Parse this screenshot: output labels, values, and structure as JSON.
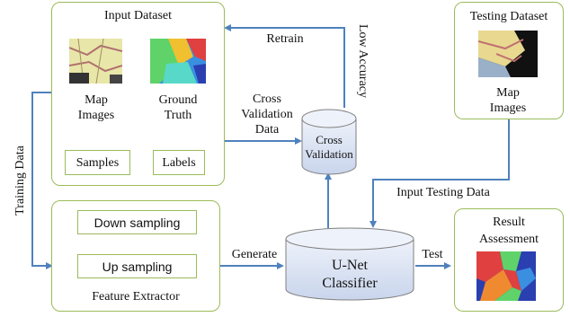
{
  "input_dataset": {
    "title": "Input Dataset",
    "map_images_line1": "Map",
    "map_images_line2": "Images",
    "ground_truth_line1": "Ground",
    "ground_truth_line2": "Truth",
    "samples": "Samples",
    "labels": "Labels"
  },
  "testing_dataset": {
    "title": "Testing Dataset",
    "map_line1": "Map",
    "map_line2": "Images"
  },
  "feature_extractor": {
    "title": "Feature Extractor",
    "down_sampling": "Down sampling",
    "up_sampling": "Up sampling"
  },
  "cross_validation": {
    "line1": "Cross",
    "line2": "Validation"
  },
  "unet": {
    "line1": "U-Net",
    "line2": "Classifier"
  },
  "result": {
    "line1": "Result",
    "line2": "Assessment"
  },
  "edges": {
    "retrain": "Retrain",
    "low_accuracy": "Low Accuracy",
    "cv_data_line1": "Cross",
    "cv_data_line2": "Validation",
    "cv_data_line3": "Data",
    "training_data": "Training Data",
    "input_testing_data": "Input Testing Data",
    "generate": "Generate",
    "test": "Test"
  },
  "colors": {
    "box_border": "#9bbb59",
    "arrow": "#4f81bd",
    "cylinder_fill": "#d9e2f3"
  }
}
